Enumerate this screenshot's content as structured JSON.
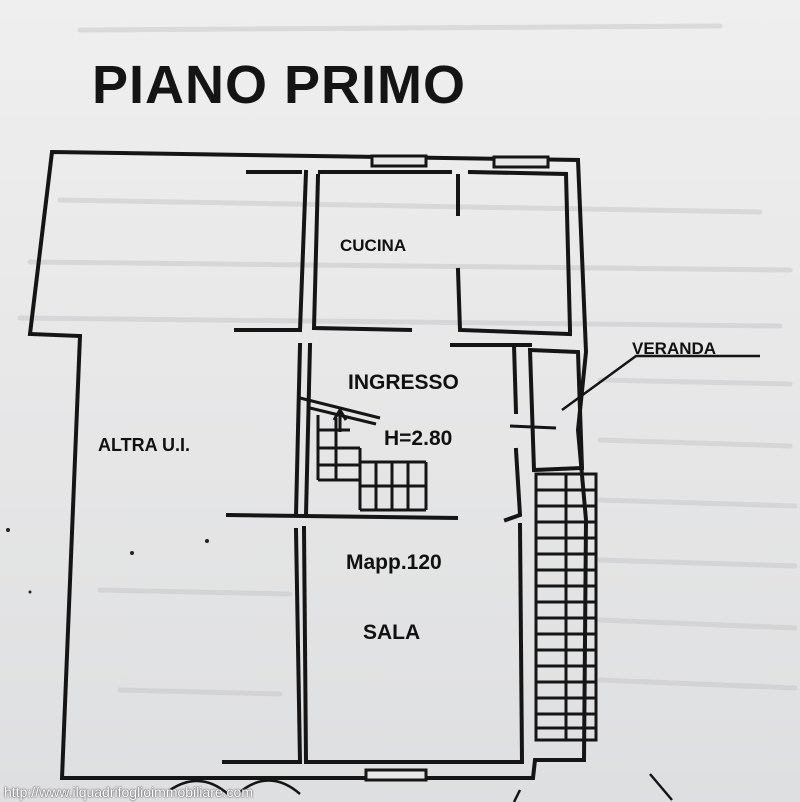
{
  "title": "PIANO PRIMO",
  "rooms": {
    "cucina": "CUCINA",
    "ingresso": "INGRESSO",
    "height": "H=2.80",
    "altra": "ALTRA U.I.",
    "parcel": "Mapp.120",
    "sala": "SALA",
    "veranda": "VERANDA"
  },
  "watermark": "http://www.ilquadrifoglioimmobiliare.com",
  "colors": {
    "wall": "#151515",
    "paper": "#e9e9ea",
    "watermark": "#ffffff"
  }
}
